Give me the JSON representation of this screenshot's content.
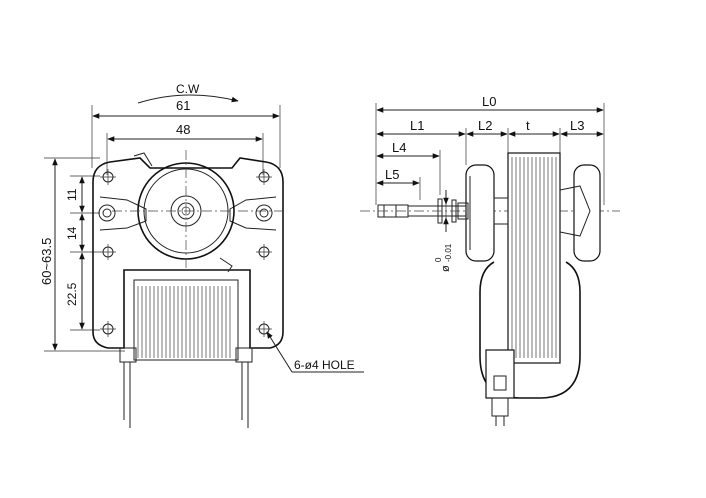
{
  "front_view": {
    "rotation_label": "C.W",
    "dim_outer_width": "61",
    "dim_hole_width": "48",
    "dim_height_range": "60~63.5",
    "dim_top": "11",
    "dim_mid": "14",
    "dim_lower": "22.5",
    "hole_note": "6-ø4 HOLE"
  },
  "side_view": {
    "dim_total": "L0",
    "dim_l1": "L1",
    "dim_l2": "L2",
    "dim_t": "t",
    "dim_l3": "L3",
    "dim_l4": "L4",
    "dim_l5": "L5",
    "shaft_diameter": "ø",
    "shaft_tolerance_upper": "0",
    "shaft_tolerance_lower": "-0.01"
  }
}
